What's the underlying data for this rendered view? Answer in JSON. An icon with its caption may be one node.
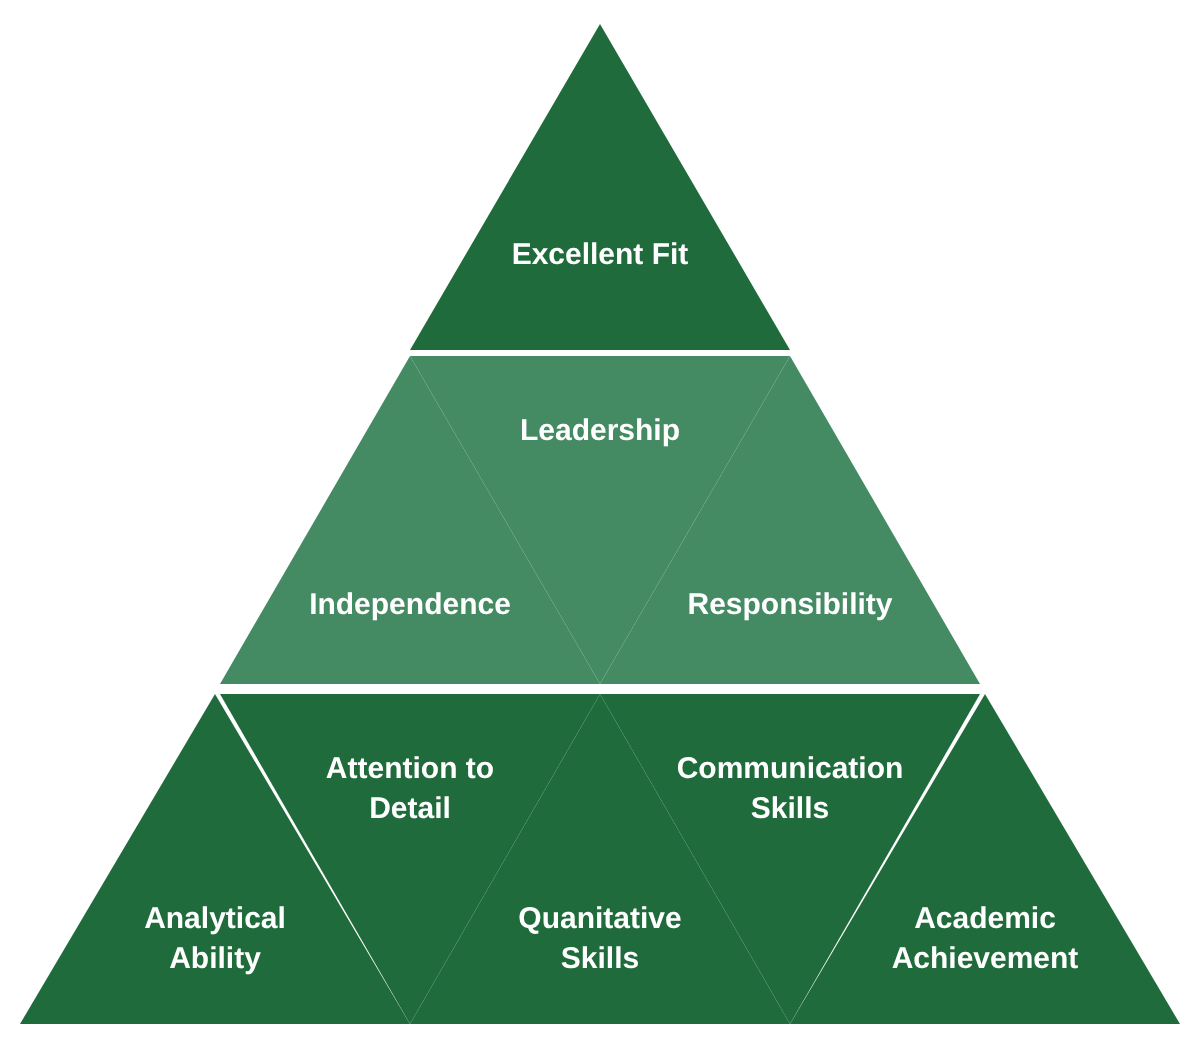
{
  "diagram": {
    "nodes": [
      {
        "text": [
          "Excellent Fit"
        ]
      },
      {
        "text": [
          "Independence"
        ]
      },
      {
        "text": [
          "Leadership"
        ]
      },
      {
        "text": [
          "Responsibility"
        ]
      },
      {
        "text": [
          "Analytical Ability"
        ]
      },
      {
        "text": [
          "Attention to Detail"
        ]
      },
      {
        "text": [
          "Quanitative Skills"
        ]
      },
      {
        "text": [
          "Communication Skills"
        ]
      },
      {
        "text": [
          "Academic Achievement"
        ]
      }
    ]
  }
}
